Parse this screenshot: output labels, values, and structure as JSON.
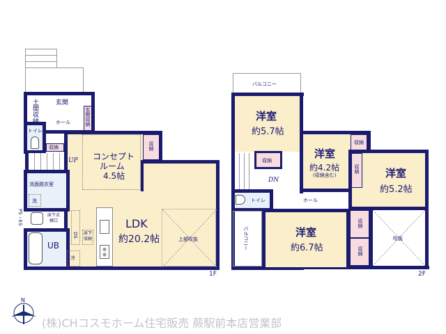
{
  "floor1": {
    "label": "1F",
    "entrance": "玄関",
    "doma_storage": "土間収納",
    "entrance_storage": "玄関収納",
    "hall": "ホール",
    "toilet": "トイレ",
    "storage": "収納",
    "stairs": "UP",
    "concept_room": {
      "name": "コンセプトルーム",
      "line1": "コンセプト",
      "line2": "ルーム",
      "size": "4.5帖"
    },
    "concept_storage": "収納",
    "washroom": "洗面脱衣室",
    "washer": "洗",
    "underfloor_inspection": "床下点検口",
    "ps_es": "PS・ES",
    "bath": "UB",
    "ds": "DS",
    "underfloor_storage": "床下収納",
    "fridge": "冷",
    "ldk": {
      "name": "LDK",
      "size": "約20.2帖"
    },
    "void_above": "上部吹抜"
  },
  "floor2": {
    "label": "2F",
    "balcony_top": "バルコニー",
    "balcony_left": "バルコニー",
    "room_a": {
      "name": "洋室",
      "size": "約5.7帖"
    },
    "room_a_storage": "収納",
    "room_b": {
      "name": "洋室",
      "size": "約4.2帖",
      "note": "(収納含む)"
    },
    "room_b_storage": "収納",
    "room_c": {
      "name": "洋室",
      "size": "約5.2帖"
    },
    "room_c_storage": "収納",
    "room_d": {
      "name": "洋室",
      "size": "約6.7帖"
    },
    "room_d_storage1": "収納",
    "room_d_storage2": "収納",
    "stairs": "DN",
    "toilet": "トイレ",
    "hall": "ホール",
    "void": "吹抜"
  },
  "footer": {
    "compass": "N",
    "company": "(株)CHコスモホーム住宅販売 蕨駅前本店営業部"
  }
}
